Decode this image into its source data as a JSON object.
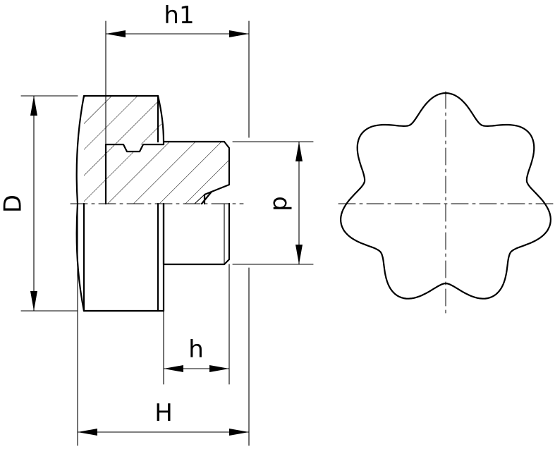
{
  "labels": {
    "h1": "h1",
    "D": "D",
    "d": "d",
    "h": "h",
    "H": "H"
  }
}
